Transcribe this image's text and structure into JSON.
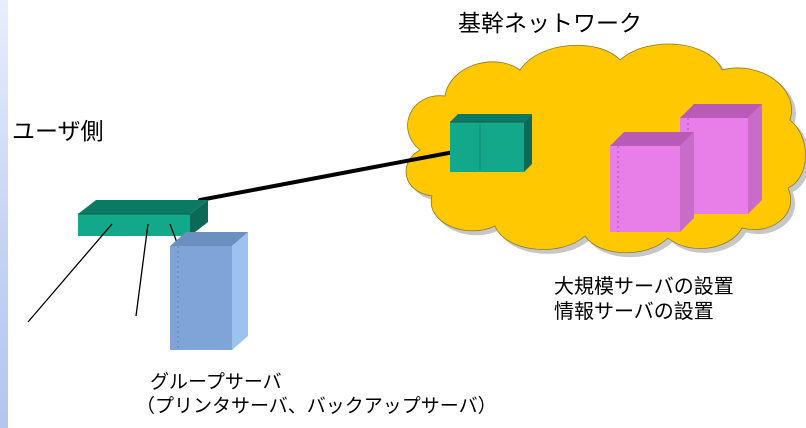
{
  "title": "基幹ネットワーク",
  "user_side_label": "ユーザ側",
  "backbone_servers": {
    "line1": "大規模サーバの設置",
    "line2": "情報サーバの設置"
  },
  "group_server": {
    "line1": "グループサーバ",
    "line2": "（プリンタサーバ、バックアップサーバ）"
  },
  "colors": {
    "cloud_fill": "#ffc800",
    "switch_front": "#14a88a",
    "switch_top": "#0b7a64",
    "server_pink": "#e87ee8",
    "server_blue": "#8fb8e8",
    "link": "#000000"
  }
}
